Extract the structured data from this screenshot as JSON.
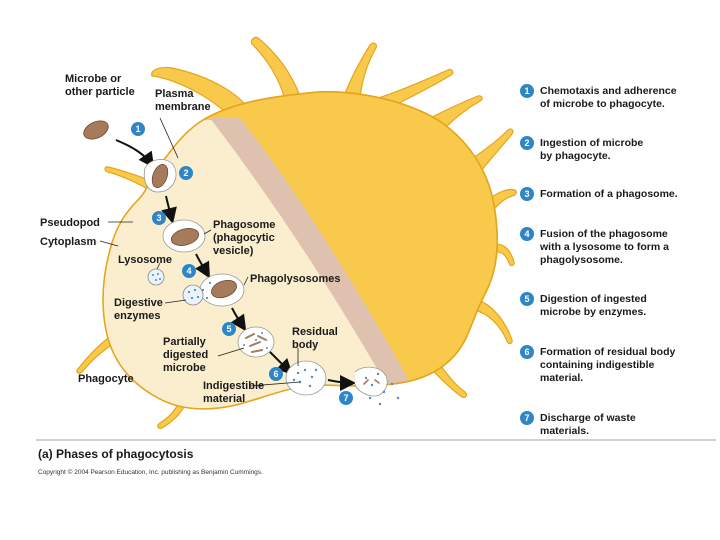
{
  "colors": {
    "cell_body": "#f8c94a",
    "cell_outline": "#e5a51c",
    "cytoplasm": "#fbeecf",
    "membrane_band": "#dfc1b0",
    "badge": "#2f86c6",
    "microbe": "#a67b5b",
    "debris": "#4a8fbf"
  },
  "labels": {
    "microbe": [
      "Microbe or",
      "other particle"
    ],
    "plasma": [
      "Plasma",
      "membrane"
    ],
    "pseudopod": "Pseudopod",
    "cytoplasm": "Cytoplasm",
    "lysosome": "Lysosome",
    "phagosome": [
      "Phagosome",
      "(phagocytic",
      "vesicle)"
    ],
    "phagolysosomes": "Phagolysosomes",
    "digestive": [
      "Digestive",
      "enzymes"
    ],
    "partially": [
      "Partially",
      "digested",
      "microbe"
    ],
    "residual": [
      "Residual",
      "body"
    ],
    "phagocyte": "Phagocyte",
    "indigestible": [
      "Indigestible",
      "material"
    ]
  },
  "steps": [
    {
      "num": "1",
      "lines": [
        "Chemotaxis and adherence",
        "of microbe to phagocyte."
      ]
    },
    {
      "num": "2",
      "lines": [
        "Ingestion of microbe",
        "by phagocyte."
      ]
    },
    {
      "num": "3",
      "lines": [
        "Formation of a phagosome."
      ]
    },
    {
      "num": "4",
      "lines": [
        "Fusion of the phagosome",
        "with a lysosome to form a",
        "phagolysosome."
      ]
    },
    {
      "num": "5",
      "lines": [
        "Digestion of ingested",
        "microbe by enzymes."
      ]
    },
    {
      "num": "6",
      "lines": [
        "Formation of residual body",
        "containing indigestible",
        "material."
      ]
    },
    {
      "num": "7",
      "lines": [
        "Discharge of waste",
        "materials."
      ]
    }
  ],
  "caption": "(a) Phases of phagocytosis",
  "copyright": "Copyright © 2004 Pearson Education, Inc. publishing as Benjamin Cummings."
}
